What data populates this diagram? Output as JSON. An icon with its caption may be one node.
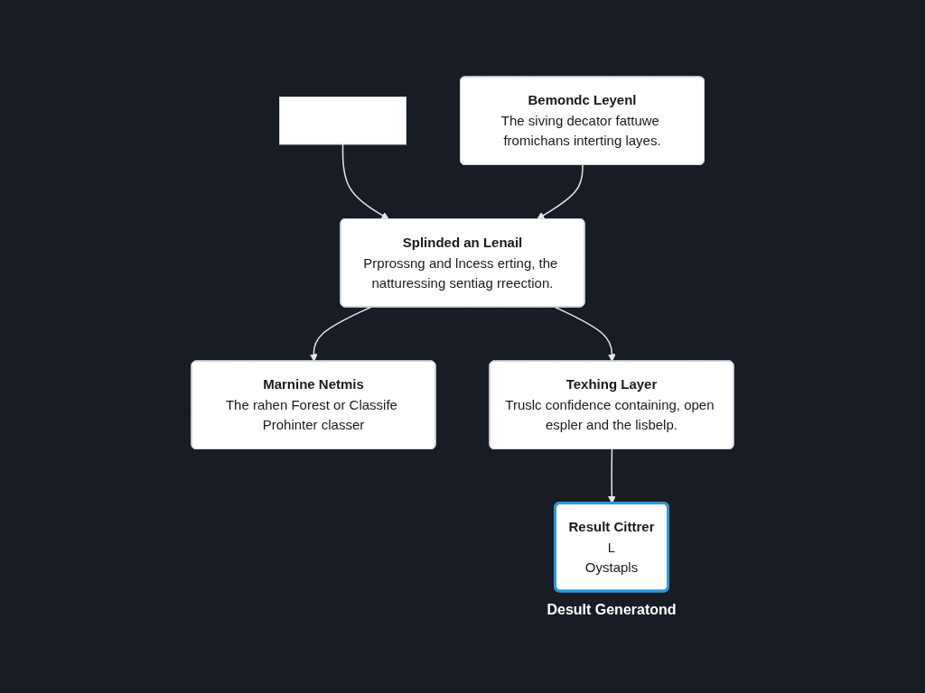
{
  "diagram": {
    "nodes": [
      {
        "text": [],
        "shape": "box"
      },
      {
        "text": [
          "Splinded an Lenail",
          "Prprossng and lncess erting, the natturessing sentiag rreection."
        ]
      },
      {
        "text": [
          "Marnine Netmis",
          "The rahen Forest or Classife Prohinter classer"
        ]
      },
      {
        "text": [
          "Bemondc Leyenl",
          "The siving decator fattuwe fromichans interting layes."
        ]
      },
      {
        "text": [
          "Texhing Layer",
          "Truslc confidence containing, open espler and the lisbelp."
        ]
      },
      {
        "text": [
          "Result Cittrer",
          "L",
          "Oystapls"
        ],
        "beside": [
          "Desult Generatond"
        ]
      }
    ],
    "edges": [
      {
        "from": 0,
        "to": 1,
        "arrow": "to"
      },
      {
        "from": 3,
        "to": 1,
        "arrow": "to"
      },
      {
        "from": 1,
        "to": 2,
        "arrow": "to"
      },
      {
        "from": 1,
        "to": 4,
        "arrow": "to"
      },
      {
        "from": 4,
        "to": 5,
        "arrow": "to"
      }
    ]
  }
}
